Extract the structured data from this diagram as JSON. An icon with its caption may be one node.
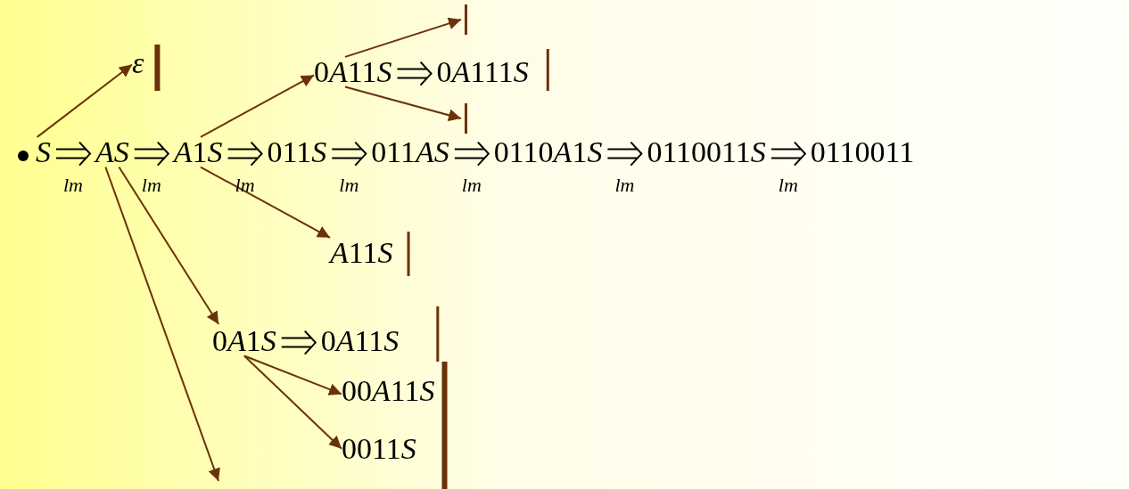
{
  "diagram": {
    "nodes": [
      {
        "text": [
          "S"
        ]
      },
      {
        "text": [
          "ε"
        ]
      },
      {
        "text": [
          "AS"
        ]
      },
      {
        "text": [
          "A1S"
        ]
      },
      {
        "text": [
          "0A11S"
        ]
      },
      {
        "text": [
          "0A111S"
        ]
      },
      {
        "text": [],
        "shape": "bar"
      },
      {
        "text": [],
        "shape": "bar"
      },
      {
        "text": [
          "011S"
        ]
      },
      {
        "text": [
          "011AS"
        ]
      },
      {
        "text": [
          "0110A1S"
        ]
      },
      {
        "text": [
          "0110011S"
        ]
      },
      {
        "text": [
          "0110011"
        ]
      },
      {
        "text": [
          "A11S"
        ]
      },
      {
        "text": [
          "0A1S"
        ]
      },
      {
        "text": [
          "0A11S"
        ]
      },
      {
        "text": [
          "00A11S"
        ]
      },
      {
        "text": [
          "0011S"
        ]
      }
    ],
    "edges": [
      {
        "from": 0,
        "to": 2,
        "arrow": "to",
        "label": "lm",
        "color": "#000000"
      },
      {
        "from": 2,
        "to": 3,
        "arrow": "to",
        "label": "lm",
        "color": "#000000"
      },
      {
        "from": 3,
        "to": 8,
        "arrow": "to",
        "label": "lm",
        "color": "#000000"
      },
      {
        "from": 8,
        "to": 9,
        "arrow": "to",
        "label": "lm",
        "color": "#000000"
      },
      {
        "from": 9,
        "to": 10,
        "arrow": "to",
        "label": "lm",
        "color": "#000000"
      },
      {
        "from": 10,
        "to": 11,
        "arrow": "to",
        "label": "lm",
        "color": "#000000"
      },
      {
        "from": 11,
        "to": 12,
        "arrow": "to",
        "label": "lm",
        "color": "#000000"
      },
      {
        "from": 0,
        "to": 1,
        "arrow": "to",
        "color": "#6b3208"
      },
      {
        "from": 3,
        "to": 4,
        "arrow": "to",
        "color": "#6b3208"
      },
      {
        "from": 4,
        "to": 5,
        "arrow": "to",
        "color": "#000000"
      },
      {
        "from": 4,
        "to": 6,
        "arrow": "to",
        "color": "#6b3208"
      },
      {
        "from": 4,
        "to": 7,
        "arrow": "to",
        "color": "#6b3208"
      },
      {
        "from": 3,
        "to": 13,
        "arrow": "to",
        "color": "#6b3208"
      },
      {
        "from": 2,
        "to": 14,
        "arrow": "to",
        "color": "#6b3208"
      },
      {
        "from": 2,
        "to": null,
        "arrow": "to",
        "color": "#6b3208"
      },
      {
        "from": 14,
        "to": 15,
        "arrow": "to",
        "color": "#000000"
      },
      {
        "from": 14,
        "to": 16,
        "arrow": "to",
        "color": "#6b3208"
      },
      {
        "from": 14,
        "to": 17,
        "arrow": "to",
        "color": "#6b3208"
      }
    ]
  }
}
